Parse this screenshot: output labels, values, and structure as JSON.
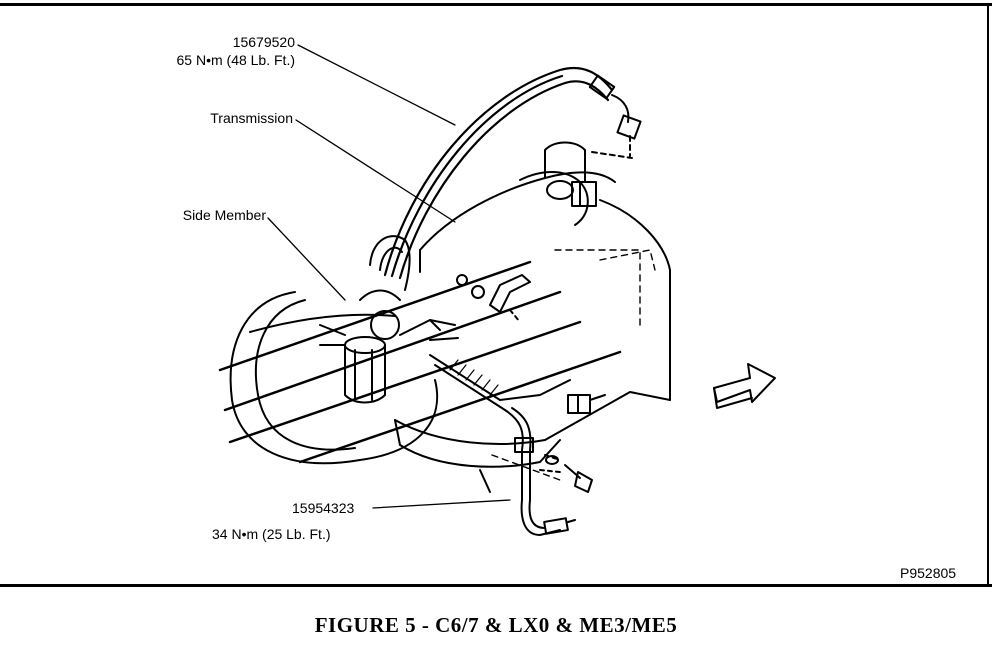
{
  "callouts": {
    "top_part": {
      "number": "15679520",
      "torque": "65 N•m (48 Lb. Ft.)"
    },
    "transmission": "Transmission",
    "side_member": "Side Member",
    "bottom_part": {
      "number": "15954323",
      "torque": "34 N•m (25 Lb. Ft.)"
    }
  },
  "figure_code": "P952805",
  "caption": "FIGURE 5 - C6/7 & LX0 & ME3/ME5",
  "colors": {
    "ink": "#000000",
    "paper": "#ffffff"
  }
}
